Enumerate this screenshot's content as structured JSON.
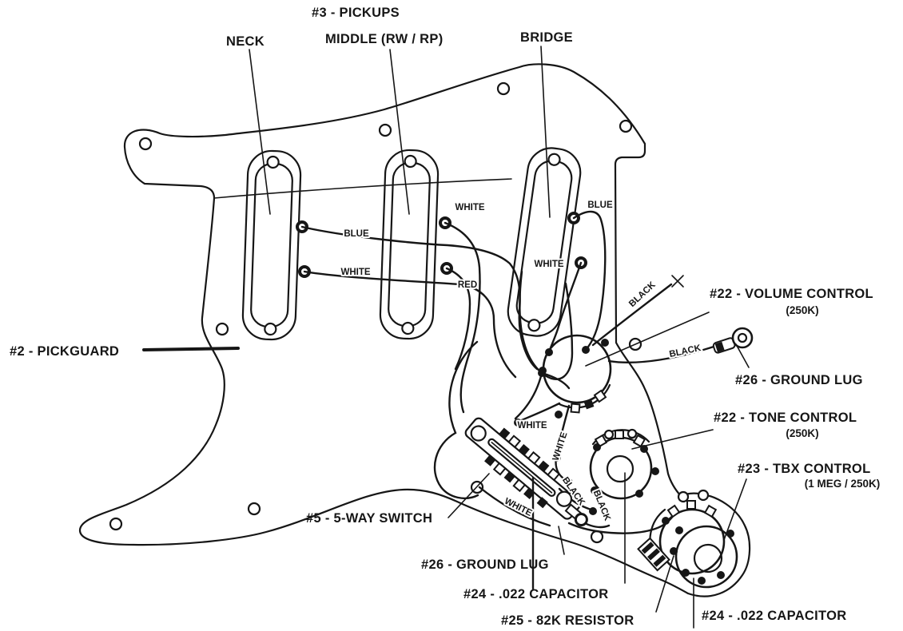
{
  "background": "#ffffff",
  "ink": "#161616",
  "labels": {
    "pickups": "#3 - PICKUPS",
    "neck": "NECK",
    "middle": "MIDDLE (RW / RP)",
    "bridge": "BRIDGE",
    "pickguard": "#2 - PICKGUARD",
    "volume": "#22 - VOLUME CONTROL",
    "volume_value": "(250K)",
    "ground_lug_right": "#26 - GROUND LUG",
    "tone": "#22 - TONE CONTROL",
    "tone_value": "(250K)",
    "tbx": "#23 - TBX CONTROL",
    "tbx_value": "(1 MEG / 250K)",
    "switch_5way": "#5 - 5-WAY SWITCH",
    "ground_lug_bottom": "#26 - GROUND LUG",
    "capacitor_center": "#24 - .022 CAPACITOR",
    "resistor": "#25 - 82K RESISTOR",
    "capacitor_right": "#24 - .022 CAPACITOR"
  },
  "wire_labels": {
    "neck_blue": "BLUE",
    "neck_white": "WHITE",
    "middle_white": "WHITE",
    "middle_red": "RED",
    "bridge_blue": "BLUE",
    "bridge_white": "WHITE",
    "volume_hot_black": "BLACK",
    "volume_ground_black": "BLACK",
    "switch_white_top": "WHITE",
    "switch_white_right": "WHITE",
    "switch_black_inner": "BLACK",
    "switch_black_outer": "BLACK",
    "switch_white_bottom": "WHITE"
  }
}
